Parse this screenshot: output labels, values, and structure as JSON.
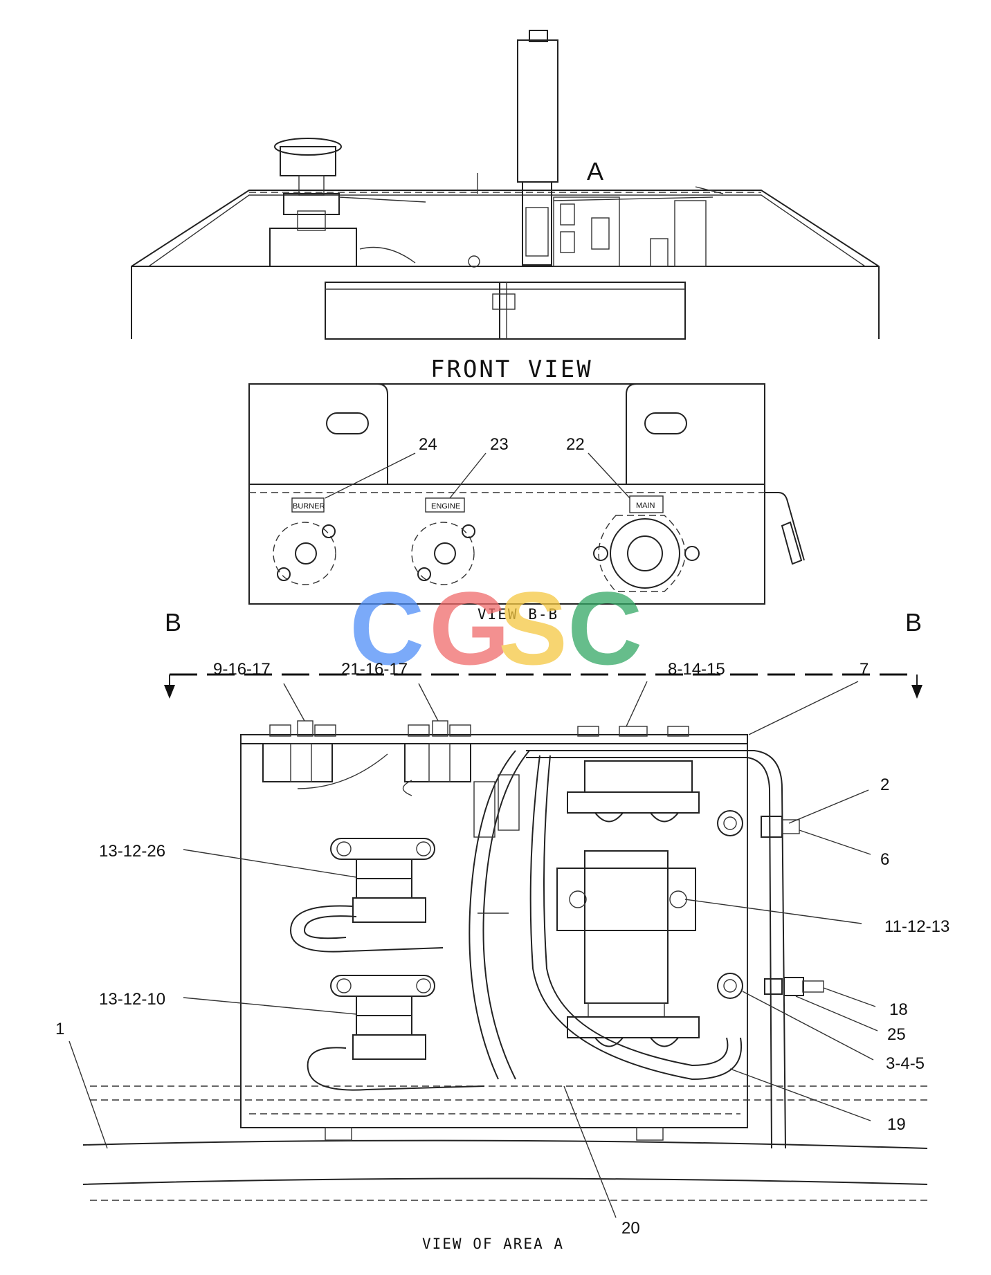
{
  "view_titles": {
    "front": "FRONT VIEW",
    "section": "VIEW B-B",
    "area": "VIEW OF AREA A"
  },
  "view_markers": {
    "area": "A",
    "section_left": "B",
    "section_right": "B"
  },
  "switch_tags": {
    "burner": "BURNER",
    "engine": "ENGINE",
    "main": "MAIN"
  },
  "callouts": {
    "c24": "24",
    "c23": "23",
    "c22": "22",
    "c9_16_17": "9-16-17",
    "c21_16_17": "21-16-17",
    "c8_14_15": "8-14-15",
    "c7": "7",
    "c2": "2",
    "c6": "6",
    "c11_12_13": "11-12-13",
    "c13_12_26": "13-12-26",
    "c13_12_10": "13-12-10",
    "c18": "18",
    "c25": "25",
    "c3_4_5": "3-4-5",
    "c19": "19",
    "c1": "1",
    "c20": "20"
  },
  "watermark": {
    "letters": [
      "C",
      "G",
      "S",
      "C"
    ],
    "colors": [
      "#4f8ef7",
      "#f06b6b",
      "#f5c842",
      "#34a865"
    ]
  }
}
